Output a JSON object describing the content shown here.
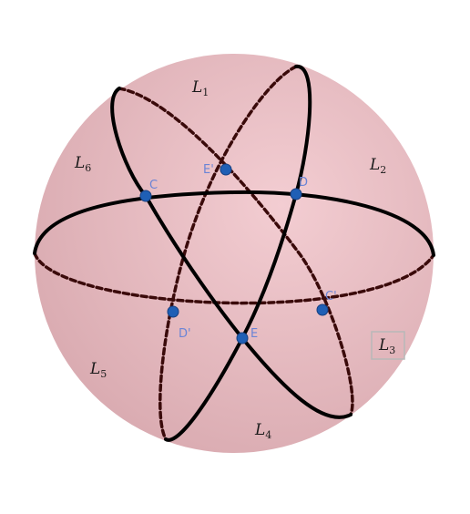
{
  "colors": {
    "sphere_light": "#f3cdd2",
    "sphere_dark": "#d9aab0",
    "curve": "#000000",
    "hidden_curve": "#3a0a0a",
    "point_fill": "#1f5fb5",
    "point_stroke": "#163f80",
    "point_label": "#6a84d6",
    "selection_box": "#b8b8b8"
  },
  "regions": [
    {
      "id": "L1",
      "letter": "L",
      "sub": "1"
    },
    {
      "id": "L2",
      "letter": "L",
      "sub": "2"
    },
    {
      "id": "L3",
      "letter": "L",
      "sub": "3"
    },
    {
      "id": "L4",
      "letter": "L",
      "sub": "4"
    },
    {
      "id": "L5",
      "letter": "L",
      "sub": "5"
    },
    {
      "id": "L6",
      "letter": "L",
      "sub": "6"
    }
  ],
  "points": [
    {
      "id": "C",
      "label": "C"
    },
    {
      "id": "D",
      "label": "D"
    },
    {
      "id": "E",
      "label": "E"
    },
    {
      "id": "C-prime",
      "label": "C'"
    },
    {
      "id": "D-prime",
      "label": "D'"
    },
    {
      "id": "E-prime",
      "label": "E'"
    }
  ]
}
